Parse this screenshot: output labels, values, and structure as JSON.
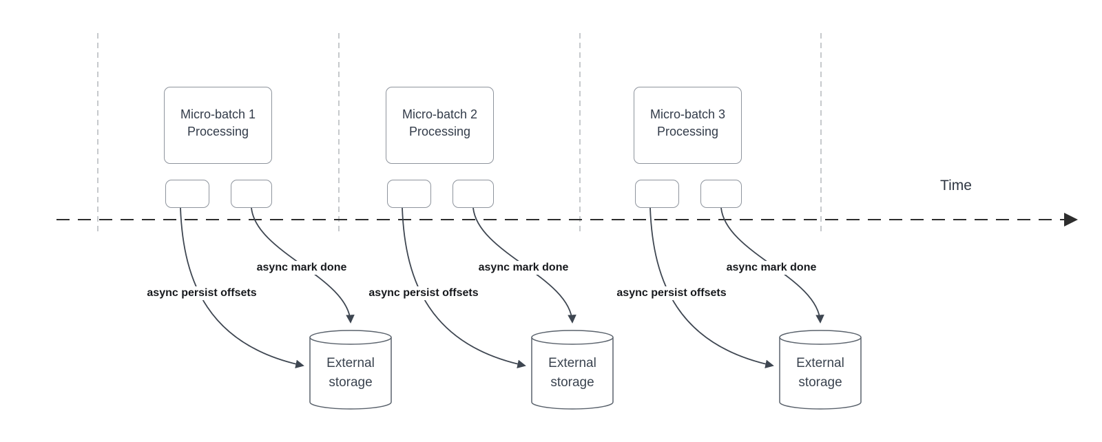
{
  "diagram": {
    "time_label": "Time",
    "groups": [
      {
        "box_line1": "Micro-batch 1",
        "box_line2": "Processing",
        "persist_label": "async persist offsets",
        "done_label": "async mark done",
        "storage_line1": "External",
        "storage_line2": "storage"
      },
      {
        "box_line1": "Micro-batch 2",
        "box_line2": "Processing",
        "persist_label": "async persist offsets",
        "done_label": "async mark done",
        "storage_line1": "External",
        "storage_line2": "storage"
      },
      {
        "box_line1": "Micro-batch 3",
        "box_line2": "Processing",
        "persist_label": "async persist offsets",
        "done_label": "async mark done",
        "storage_line1": "External",
        "storage_line2": "storage"
      }
    ],
    "colors": {
      "curve_stroke": "#3e4651",
      "timeline_stroke": "#2d2d2d",
      "guide_stroke": "#b4b7bb",
      "box_border": "#8d939c",
      "cylinder_border": "#59616b",
      "box_text": "#323b49",
      "label_text": "#17191d",
      "time_text": "#2e3642"
    }
  }
}
